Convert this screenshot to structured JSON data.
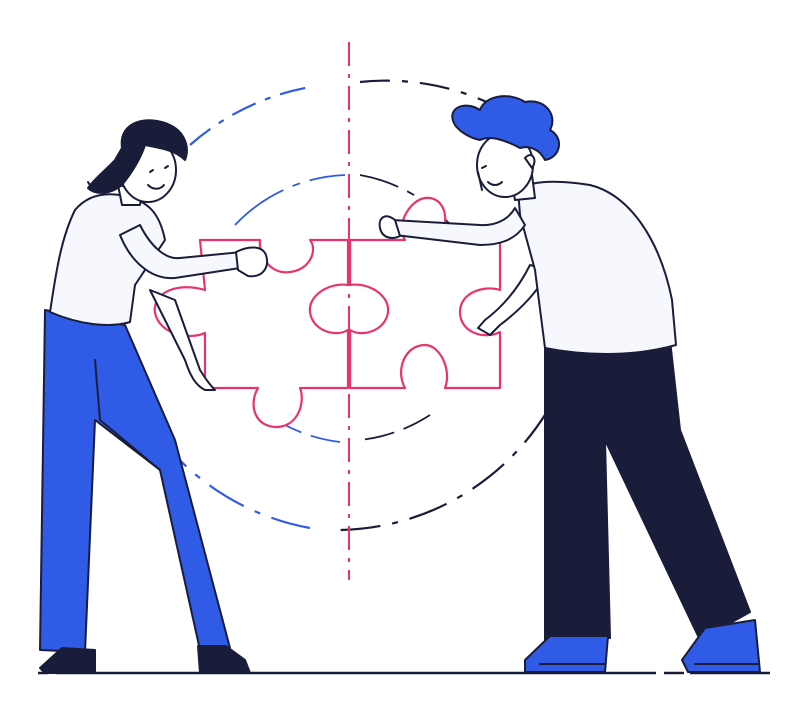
{
  "scene": {
    "colors": {
      "background": "#ffffff",
      "outline": "#1a1d3a",
      "blue": "#2f5be6",
      "navy": "#1a1d3a",
      "pink": "#e8336d",
      "shirt": "#f7f8fd",
      "skin": "#ffffff"
    },
    "elements": [
      "ground-line",
      "dashed-circle-outer",
      "dashed-circle-inner",
      "center-dash-line",
      "puzzle-left-piece",
      "puzzle-right-piece",
      "woman-figure",
      "man-figure"
    ]
  }
}
